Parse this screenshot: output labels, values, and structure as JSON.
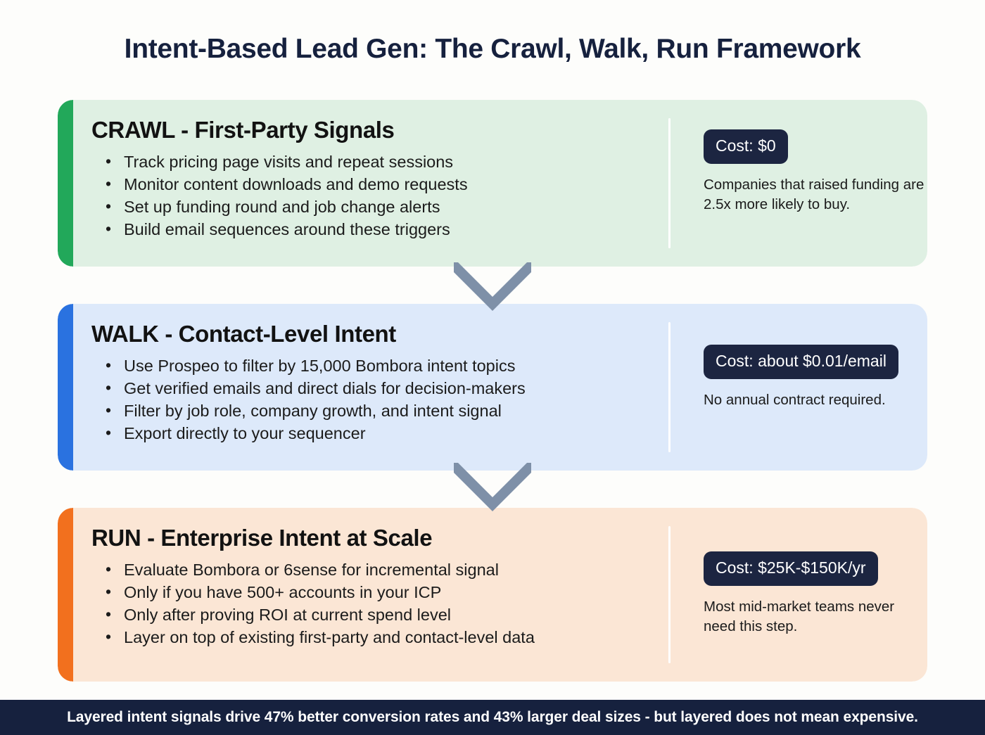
{
  "title": "Intent-Based Lead Gen: The Crawl, Walk, Run Framework",
  "colors": {
    "page_background": "#fdfdfb",
    "title_text": "#16213e",
    "badge_background": "#1c2541",
    "connector_arrow": "#7e90a8",
    "footer_background": "#16213e",
    "crawl_accent": "#22a85a",
    "crawl_background": "#dff0e3",
    "walk_accent": "#2a72e0",
    "walk_background": "#dde9fa",
    "run_accent": "#f2701e",
    "run_background": "#fbe6d5"
  },
  "stages": [
    {
      "id": "crawl",
      "heading": "CRAWL - First-Party Signals",
      "bullets": [
        "Track pricing page visits and repeat sessions",
        "Monitor content downloads and demo requests",
        "Set up funding round and job change alerts",
        "Build email sequences around these triggers"
      ],
      "cost_badge": "Cost: $0",
      "cost_note": "Companies that raised funding are 2.5x more likely to buy."
    },
    {
      "id": "walk",
      "heading": "WALK - Contact-Level Intent",
      "bullets": [
        "Use Prospeo to filter by 15,000 Bombora intent topics",
        "Get verified emails and direct dials for decision-makers",
        "Filter by job role, company growth, and intent signal",
        "Export directly to your sequencer"
      ],
      "cost_badge": "Cost: about $0.01/email",
      "cost_note": "No annual contract required."
    },
    {
      "id": "run",
      "heading": "RUN - Enterprise Intent at Scale",
      "bullets": [
        "Evaluate Bombora or 6sense for incremental signal",
        "Only if you have 500+ accounts in your ICP",
        "Only after proving ROI at current spend level",
        "Layer on top of existing first-party and contact-level data"
      ],
      "cost_badge": "Cost: $25K-$150K/yr",
      "cost_note": "Most mid-market teams never need this step."
    }
  ],
  "connectors": [
    {
      "name": "chevron-down-crawl-to-walk"
    },
    {
      "name": "chevron-down-walk-to-run"
    }
  ],
  "footer": {
    "text": "Layered intent signals drive 47% better conversion rates and 43% larger deal sizes - but layered does not mean expensive."
  }
}
